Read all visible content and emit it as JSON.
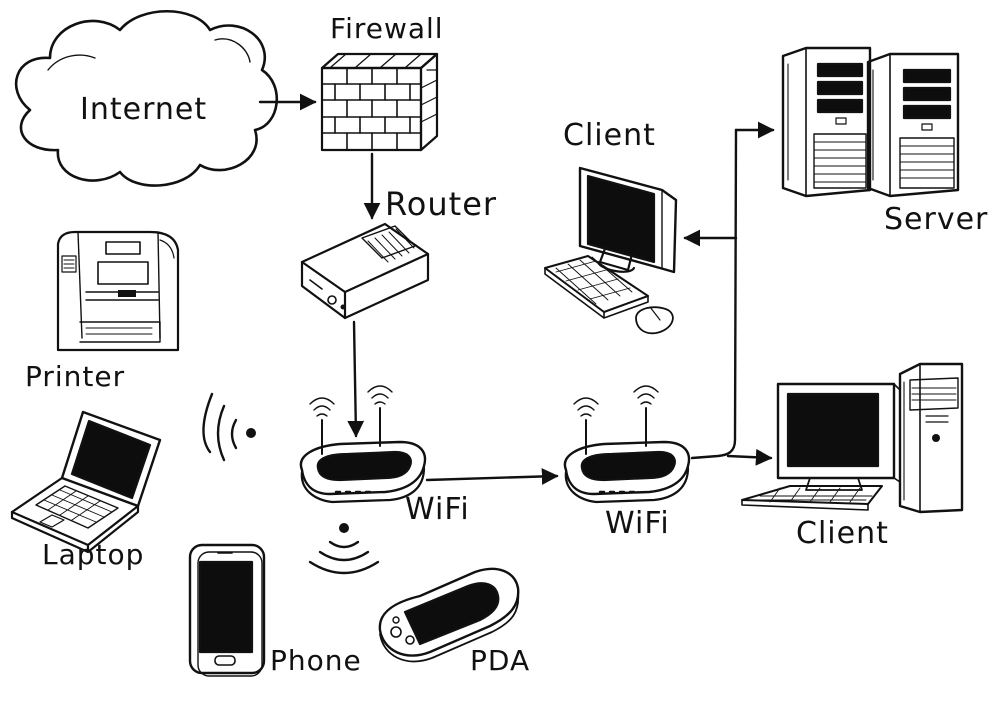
{
  "colors": {
    "ink": "#111111",
    "paper": "#ffffff",
    "screen": "#0d0d0d"
  },
  "labels": {
    "internet": "Internet",
    "firewall": "Firewall",
    "router": "Router",
    "client_top": "Client",
    "server": "Server",
    "printer": "Printer",
    "laptop": "Laptop",
    "wifi_left": "WiFi",
    "wifi_right": "WiFi",
    "client_bottom": "Client",
    "phone": "Phone",
    "pda": "PDA"
  },
  "icons": [
    "cloud-icon",
    "firewall-icon",
    "router-icon",
    "server-icon",
    "desktop-computer-icon",
    "printer-icon",
    "laptop-icon",
    "wifi-access-point-icon",
    "wireless-signal-icon",
    "phone-icon",
    "pda-icon"
  ]
}
